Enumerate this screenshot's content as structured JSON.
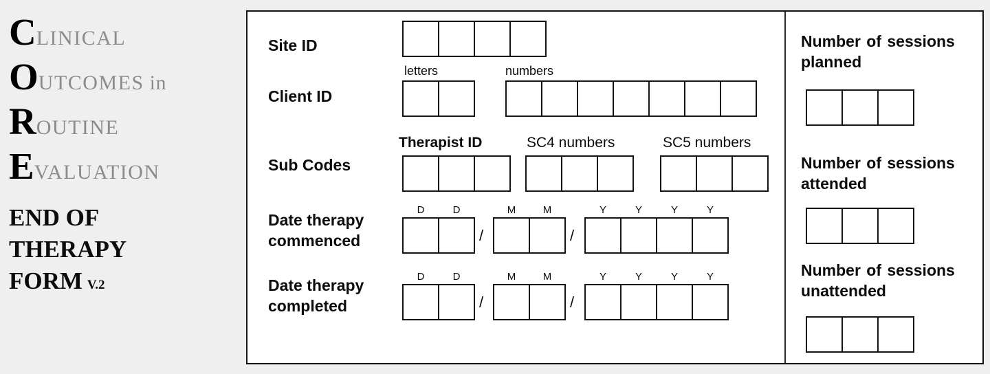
{
  "colors": {
    "page-bg": "#efefef",
    "panel-bg": "#ffffff",
    "line": "#141414",
    "title-gray": "#8c8c8c",
    "text": "#0c0c0c"
  },
  "branding": {
    "acronym": [
      {
        "initial": "C",
        "rest": "LINICAL",
        "suffix": ""
      },
      {
        "initial": "O",
        "rest": "UTCOMES",
        "suffix": " in"
      },
      {
        "initial": "R",
        "rest": "OUTINE",
        "suffix": ""
      },
      {
        "initial": "E",
        "rest": "VALUATION",
        "suffix": ""
      }
    ],
    "title_line1": "END OF",
    "title_line2": "THERAPY",
    "title_line3": "FORM",
    "version": "V.2"
  },
  "form": {
    "site_id": {
      "label": "Site ID",
      "cells": 4
    },
    "client_id": {
      "label": "Client ID",
      "letters_label": "letters",
      "letters_cells": 2,
      "numbers_label": "numbers",
      "numbers_cells": 7
    },
    "sub_codes": {
      "label": "Sub Codes",
      "therapist_label": "Therapist ID",
      "therapist_cells": 3,
      "sc4_label": "SC4 numbers",
      "sc4_cells": 3,
      "sc5_label": "SC5 numbers",
      "sc5_cells": 3
    },
    "date_commenced": {
      "label_line1": "Date therapy",
      "label_line2": "commenced",
      "day_letters": [
        "D",
        "D"
      ],
      "month_letters": [
        "M",
        "M"
      ],
      "year_letters": [
        "Y",
        "Y",
        "Y",
        "Y"
      ],
      "day_cells": 2,
      "month_cells": 2,
      "year_cells": 4,
      "separator": "/"
    },
    "date_completed": {
      "label_line1": "Date therapy",
      "label_line2": "completed",
      "day_letters": [
        "D",
        "D"
      ],
      "month_letters": [
        "M",
        "M"
      ],
      "year_letters": [
        "Y",
        "Y",
        "Y",
        "Y"
      ],
      "day_cells": 2,
      "month_cells": 2,
      "year_cells": 4,
      "separator": "/"
    },
    "sessions": [
      {
        "label_line1": "Number of sessions",
        "label_line2": "planned",
        "cells": 3
      },
      {
        "label_line1": "Number of sessions",
        "label_line2": "attended",
        "cells": 3
      },
      {
        "label_line1": "Number of sessions",
        "label_line2": "unattended",
        "cells": 3
      }
    ]
  }
}
